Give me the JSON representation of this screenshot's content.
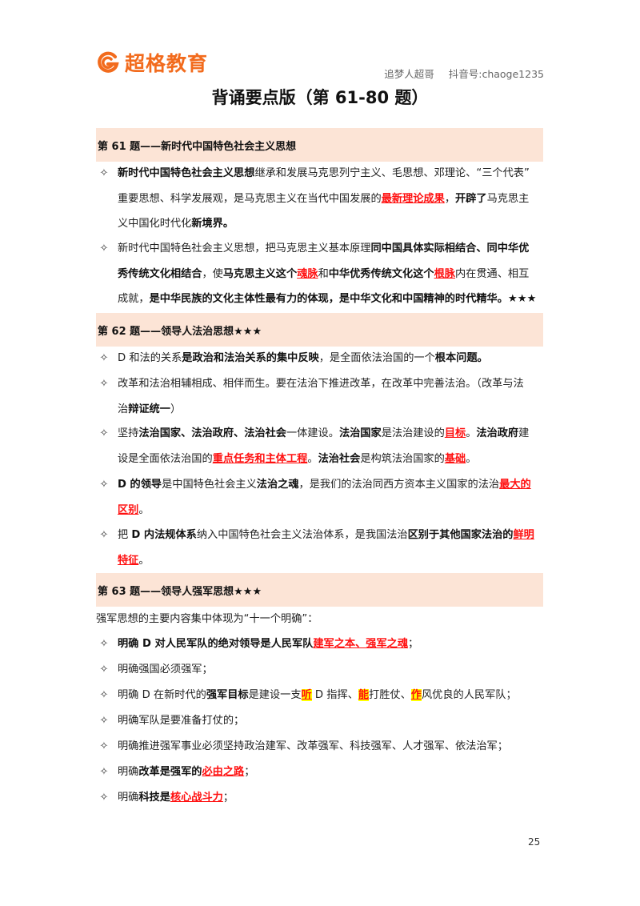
{
  "header": {
    "logo_text": "超格教育",
    "logo_color": "#f26b1d",
    "author": "追梦人超哥",
    "douyin": "抖音号:chaoge1235"
  },
  "title": "背诵要点版（第 61-80 题）",
  "sections": [
    {
      "heading": "第 61 题——新时代中国特色社会主义思想",
      "items": [
        {
          "lines": [
            [
              {
                "t": "新时代中国特色社会主义思想",
                "s": "b"
              },
              {
                "t": "继承和发展马克思列宁主义、毛思想、邓理论、“三个代表”",
                "s": ""
              }
            ],
            [
              {
                "t": "重要思想、科学发展观，是马克思主义在当代中国发展的",
                "s": ""
              },
              {
                "t": "最新理论成果",
                "s": "red"
              },
              {
                "t": "，",
                "s": ""
              },
              {
                "t": "开辟了",
                "s": "b"
              },
              {
                "t": "马克思主",
                "s": ""
              }
            ],
            [
              {
                "t": "义中国化时代化",
                "s": ""
              },
              {
                "t": "新境界。",
                "s": "b"
              }
            ]
          ]
        },
        {
          "lines": [
            [
              {
                "t": "新时代中国特色社会主义思想，把马克思主义基本原理",
                "s": ""
              },
              {
                "t": "同中国具体实际相结合、同中华优",
                "s": "b"
              }
            ],
            [
              {
                "t": "秀传统文化相结合",
                "s": "b"
              },
              {
                "t": "，使",
                "s": ""
              },
              {
                "t": "马克思主义这个",
                "s": "b"
              },
              {
                "t": "魂脉",
                "s": "red"
              },
              {
                "t": "和",
                "s": ""
              },
              {
                "t": "中华优秀传统文化这个",
                "s": "b"
              },
              {
                "t": "根脉",
                "s": "red"
              },
              {
                "t": "内在贯通、相互",
                "s": ""
              }
            ],
            [
              {
                "t": "成就，",
                "s": ""
              },
              {
                "t": "是中华民族的文化主体性最有力的体现，是中华文化和中国精神的时代精华。★★★",
                "s": "b"
              }
            ]
          ]
        }
      ]
    },
    {
      "heading": "第 62 题——领导人法治思想★★★",
      "items": [
        {
          "lines": [
            [
              {
                "t": "D 和法的关系",
                "s": ""
              },
              {
                "t": "是政治和法治关系的集中反映",
                "s": "b"
              },
              {
                "t": "，是全面依法治国的一个",
                "s": ""
              },
              {
                "t": "根本问题。",
                "s": "b"
              }
            ]
          ]
        },
        {
          "lines": [
            [
              {
                "t": "改革和法治相辅相成、相伴而生。要在法治下推进改革，在改革中完善法治。（改革与法",
                "s": ""
              }
            ],
            [
              {
                "t": "治",
                "s": ""
              },
              {
                "t": "辩证统一",
                "s": "b"
              },
              {
                "t": "）",
                "s": ""
              }
            ]
          ]
        },
        {
          "lines": [
            [
              {
                "t": "坚持",
                "s": ""
              },
              {
                "t": "法治国家、法治政府、法治社会",
                "s": "b"
              },
              {
                "t": "一体建设。",
                "s": ""
              },
              {
                "t": "法治国家",
                "s": "b"
              },
              {
                "t": "是法治建设的",
                "s": ""
              },
              {
                "t": "目标",
                "s": "red"
              },
              {
                "t": "。",
                "s": ""
              },
              {
                "t": "法治政府",
                "s": "b"
              },
              {
                "t": "建",
                "s": ""
              }
            ],
            [
              {
                "t": "设是全面依法治国的",
                "s": ""
              },
              {
                "t": "重点任务和主体工程",
                "s": "red"
              },
              {
                "t": "。",
                "s": ""
              },
              {
                "t": "法治社会",
                "s": "b"
              },
              {
                "t": "是构筑法治国家的",
                "s": ""
              },
              {
                "t": "基础",
                "s": "red"
              },
              {
                "t": "。",
                "s": ""
              }
            ]
          ]
        },
        {
          "lines": [
            [
              {
                "t": "D 的领导",
                "s": "b"
              },
              {
                "t": "是中国特色社会主义",
                "s": ""
              },
              {
                "t": "法治之魂",
                "s": "b"
              },
              {
                "t": "，是我们的法治同西方资本主义国家的法治",
                "s": ""
              },
              {
                "t": "最大的",
                "s": "red"
              }
            ],
            [
              {
                "t": "区别",
                "s": "red"
              },
              {
                "t": "。",
                "s": ""
              }
            ]
          ]
        },
        {
          "lines": [
            [
              {
                "t": "把 ",
                "s": ""
              },
              {
                "t": "D 内法规体系",
                "s": "b"
              },
              {
                "t": "纳入中国特色社会主义法治体系，是我国法治",
                "s": ""
              },
              {
                "t": "区别于其他国家法治的",
                "s": "b"
              },
              {
                "t": "鲜明",
                "s": "red"
              }
            ],
            [
              {
                "t": "特征",
                "s": "red"
              },
              {
                "t": "。",
                "s": ""
              }
            ]
          ]
        }
      ]
    },
    {
      "heading": "第 63 题——领导人强军思想★★★",
      "intro": "强军思想的主要内容集中体现为“十一个明确”：",
      "items": [
        {
          "lines": [
            [
              {
                "t": "明确 D 对人民军队的绝对领导是人民军队",
                "s": "b"
              },
              {
                "t": "建军之本、强军之魂",
                "s": "red"
              },
              {
                "t": "；",
                "s": ""
              }
            ]
          ]
        },
        {
          "lines": [
            [
              {
                "t": "明确强国必须强军；",
                "s": ""
              }
            ]
          ]
        },
        {
          "lines": [
            [
              {
                "t": "明确 D 在新时代的",
                "s": ""
              },
              {
                "t": "强军目标",
                "s": "b"
              },
              {
                "t": "是建设一支",
                "s": ""
              },
              {
                "t": "听",
                "s": "hl"
              },
              {
                "t": " D 指挥、",
                "s": ""
              },
              {
                "t": "能",
                "s": "hl"
              },
              {
                "t": "打胜仗、",
                "s": ""
              },
              {
                "t": "作",
                "s": "hl"
              },
              {
                "t": "风优良的人民军队；",
                "s": ""
              }
            ]
          ]
        },
        {
          "lines": [
            [
              {
                "t": "明确军队是要准备打仗的；",
                "s": ""
              }
            ]
          ]
        },
        {
          "lines": [
            [
              {
                "t": "明确推进强军事业必须坚持政治建军、改革强军、科技强军、人才强军、依法治军；",
                "s": ""
              }
            ]
          ]
        },
        {
          "lines": [
            [
              {
                "t": "明确",
                "s": ""
              },
              {
                "t": "改革是强军的",
                "s": "b"
              },
              {
                "t": "必由之路",
                "s": "red"
              },
              {
                "t": "；",
                "s": ""
              }
            ]
          ]
        },
        {
          "lines": [
            [
              {
                "t": "明确",
                "s": ""
              },
              {
                "t": "科技是",
                "s": "b"
              },
              {
                "t": "核心战斗力",
                "s": "red"
              },
              {
                "t": "；",
                "s": ""
              }
            ]
          ]
        }
      ]
    }
  ],
  "bullet_glyph": "✧",
  "page_number": "25",
  "colors": {
    "band": "#fce4d6",
    "emphasis_red": "#ff1010",
    "highlight_yellow": "#ffff00"
  }
}
